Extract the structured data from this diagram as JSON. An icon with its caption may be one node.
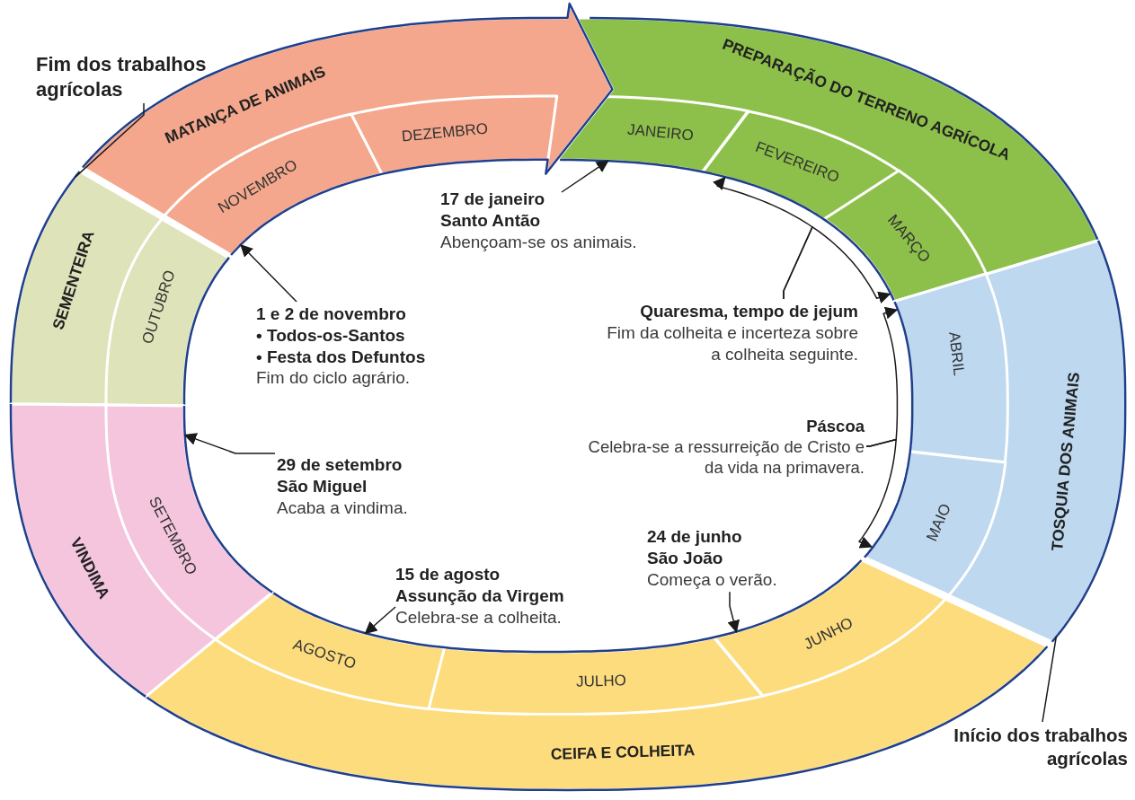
{
  "diagram": {
    "nodes": [
      {
        "text": [
          "MATANÇA DE ANIMAIS"
        ]
      },
      {
        "text": [
          "NOVEMBRO"
        ],
        "in": 0
      },
      {
        "text": [
          "DEZEMBRO"
        ],
        "in": 0
      },
      {
        "text": [
          "PREPARAÇÃO DO TERRENO AGRÍCOLA"
        ]
      },
      {
        "text": [
          "JANEIRO"
        ],
        "in": 3
      },
      {
        "text": [
          "FEVEREIRO"
        ],
        "in": 3
      },
      {
        "text": [
          "MARÇO"
        ],
        "in": 3
      },
      {
        "text": [
          "SEMENTEIRA"
        ]
      },
      {
        "text": [
          "OUTUBRO"
        ],
        "in": 7
      },
      {
        "text": [
          "TOSQUIA DOS ANIMAIS"
        ]
      },
      {
        "text": [
          "ABRIL"
        ],
        "in": 9
      },
      {
        "text": [
          "MAIO"
        ],
        "in": 9
      },
      {
        "text": [
          "VINDIMA"
        ]
      },
      {
        "text": [
          "SETEMBRO"
        ],
        "in": 12
      },
      {
        "text": [
          "CEIFA E COLHEITA"
        ]
      },
      {
        "text": [
          "AGOSTO"
        ],
        "in": 14
      },
      {
        "text": [
          "JULHO"
        ],
        "in": 14
      },
      {
        "text": [
          "JUNHO"
        ],
        "in": 14
      },
      {
        "text": [
          "Fim dos trabalhos agrícolas"
        ]
      },
      {
        "text": [
          "17 de janeiro",
          "Santo Antão",
          "Abençoam-se os animais."
        ]
      },
      {
        "text": [
          "1 e 2 de novembro",
          "• Todos-os-Santos",
          "• Festa dos Defuntos",
          "Fim do ciclo agrário."
        ]
      },
      {
        "text": [
          "Quaresma, tempo de jejum",
          "Fim da colheita e incerteza sobre a colheita seguinte."
        ]
      },
      {
        "text": [
          "29 de setembro",
          "São Miguel",
          "Acaba a vindima."
        ]
      },
      {
        "text": [
          "Páscoa",
          "Celebra-se a ressurreição de Cristo e da vida na primavera."
        ]
      },
      {
        "text": [
          "24 de junho",
          "São João",
          "Começa o verão."
        ]
      },
      {
        "text": [
          "15 de agosto",
          "Assunção da Virgem",
          "Celebra-se a colheita."
        ]
      },
      {
        "text": [
          "Início dos trabalhos agrícolas"
        ]
      }
    ],
    "edges": [
      {
        "from": 18,
        "to": 7,
        "arrow": "none"
      },
      {
        "from": 19,
        "to": 4,
        "arrow": "to"
      },
      {
        "from": 20,
        "to": 1,
        "arrow": "to"
      },
      {
        "from": 21,
        "to": 5,
        "arrow": "to"
      },
      {
        "from": 21,
        "to": 6,
        "arrow": "to"
      },
      {
        "from": 23,
        "to": 10,
        "arrow": "to"
      },
      {
        "from": 23,
        "to": 11,
        "arrow": "to"
      },
      {
        "from": 22,
        "to": 13,
        "arrow": "to"
      },
      {
        "from": 24,
        "to": 17,
        "arrow": "to"
      },
      {
        "from": 25,
        "to": 15,
        "arrow": "to"
      },
      {
        "from": 26,
        "to": 9,
        "arrow": "none"
      }
    ]
  }
}
